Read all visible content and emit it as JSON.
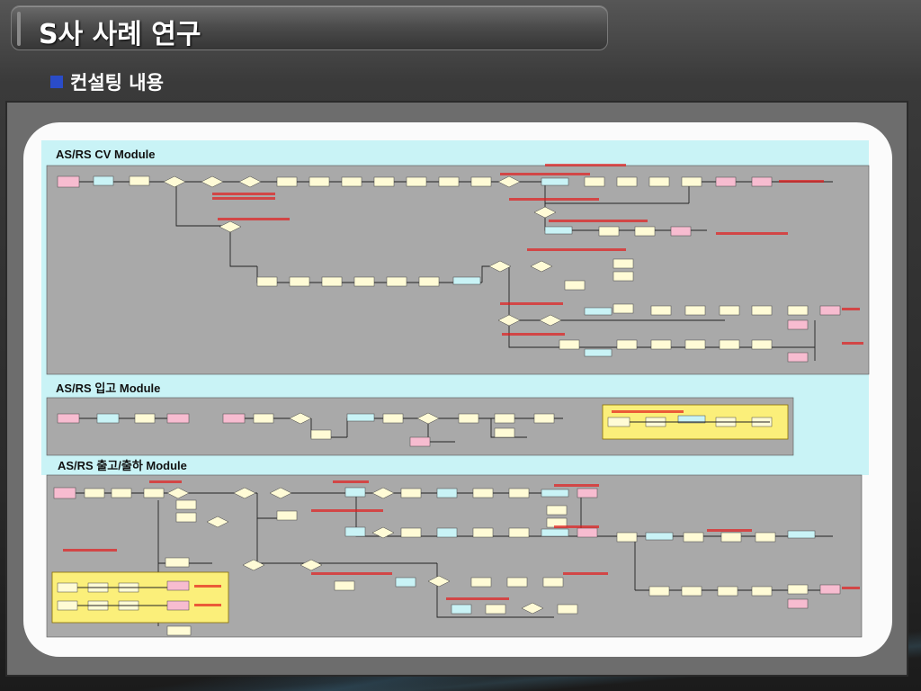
{
  "slide": {
    "title": "S사 사례 연구",
    "subtitle": "컨설팅 내용"
  },
  "modules": [
    {
      "title": "AS/RS CV Module"
    },
    {
      "title": "AS/RS 입고 Module"
    },
    {
      "title": "AS/RS 출고/출하 Module"
    }
  ],
  "colors": {
    "accent_bullet": "#2a4cc8",
    "module_header_bg": "#c9f3f6",
    "module_body_bg": "#a9a9a9",
    "process_box": "#fffbd6",
    "start_box": "#f7bcd0",
    "queue_box": "#c9f3f6",
    "highlight_region": "#fbef7a",
    "annotation_red": "#e41c1c"
  }
}
